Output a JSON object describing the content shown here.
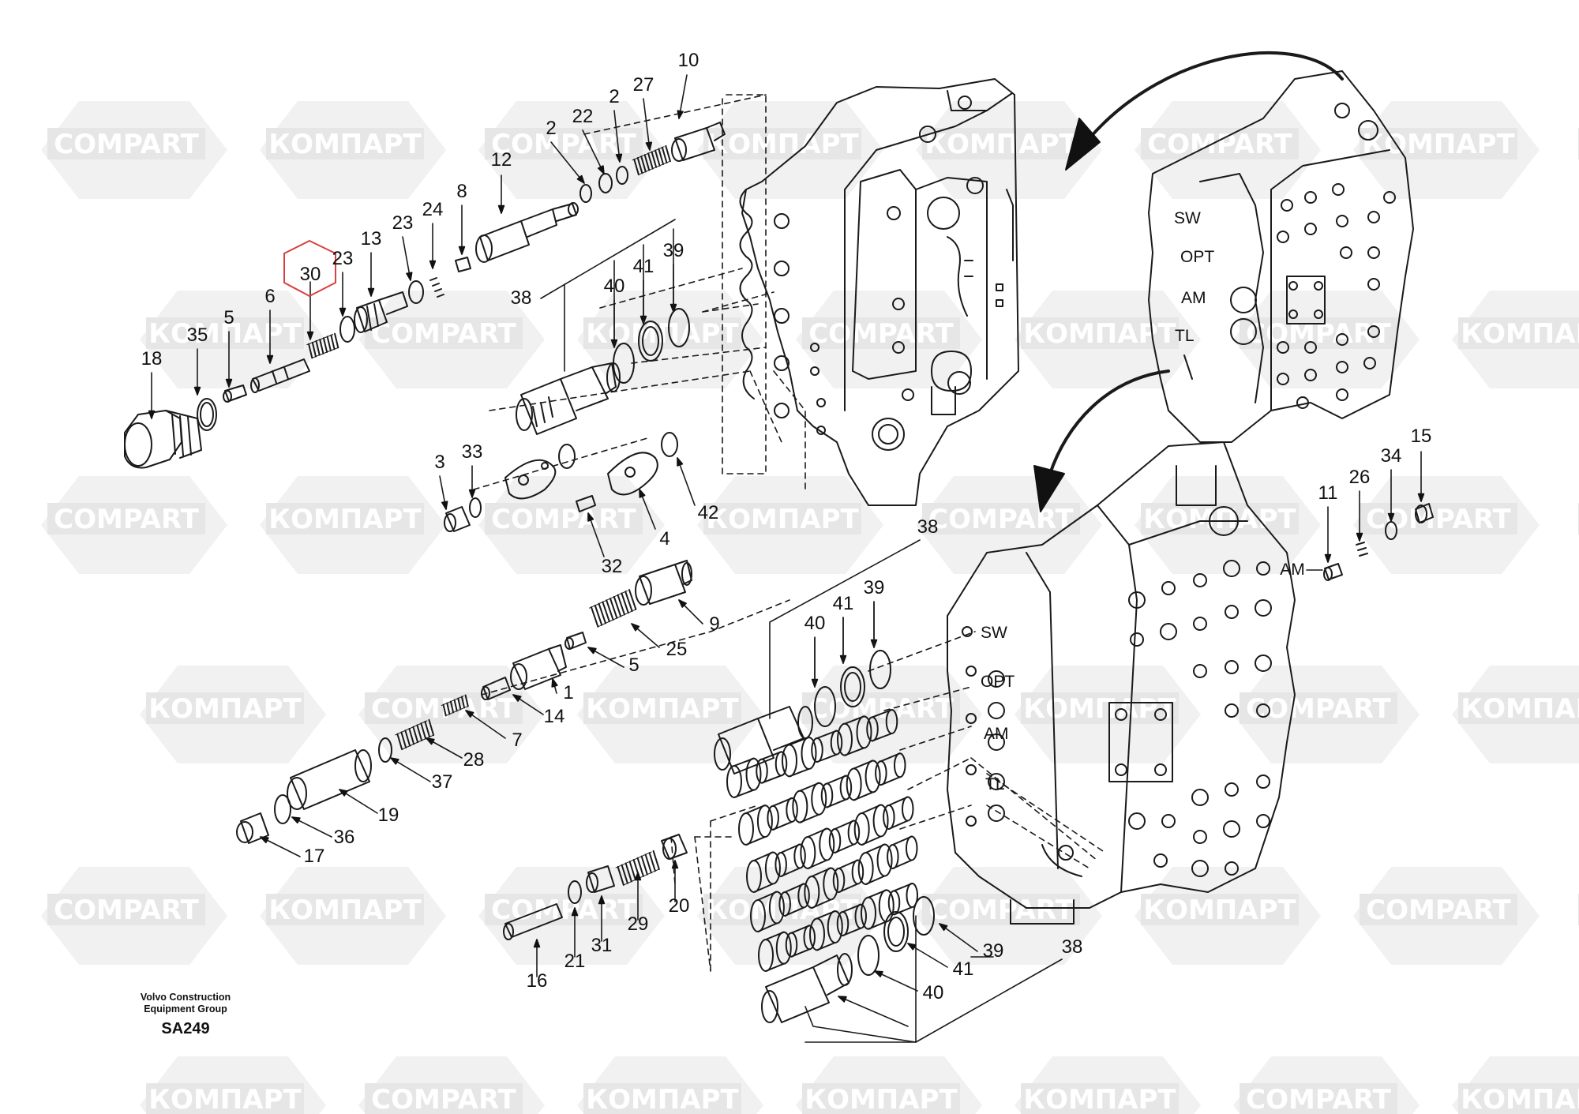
{
  "watermark": {
    "latin": "COMPART",
    "cyrillic": "КОМПАРТ",
    "color": "#e6e6e6"
  },
  "diagram": {
    "line_color": "#1a1a1a",
    "highlight_color": "#d94040",
    "highlighted_part": "30",
    "upper_callouts": [
      "10",
      "27",
      "2",
      "22",
      "2",
      "12",
      "8",
      "24",
      "23",
      "13",
      "23",
      "30",
      "6",
      "5",
      "35",
      "18",
      "39",
      "41",
      "40",
      "38",
      "3",
      "33",
      "32",
      "4",
      "42"
    ],
    "lower_callouts": [
      "38",
      "39",
      "41",
      "40",
      "9",
      "25",
      "5",
      "1",
      "14",
      "7",
      "28",
      "37",
      "19",
      "36",
      "17",
      "20",
      "29",
      "31",
      "21",
      "16",
      "39",
      "41",
      "40",
      "38"
    ],
    "right_callouts": [
      "15",
      "34",
      "26",
      "11"
    ],
    "port_labels_upper": [
      "SW",
      "OPT",
      "AM",
      "TL"
    ],
    "port_labels_lower": [
      "SW",
      "OPT",
      "AM",
      "TL"
    ],
    "am_label": "AM"
  },
  "credit": {
    "line1": "Volvo Construction",
    "line2": "Equipment Group",
    "code": "SA249"
  }
}
